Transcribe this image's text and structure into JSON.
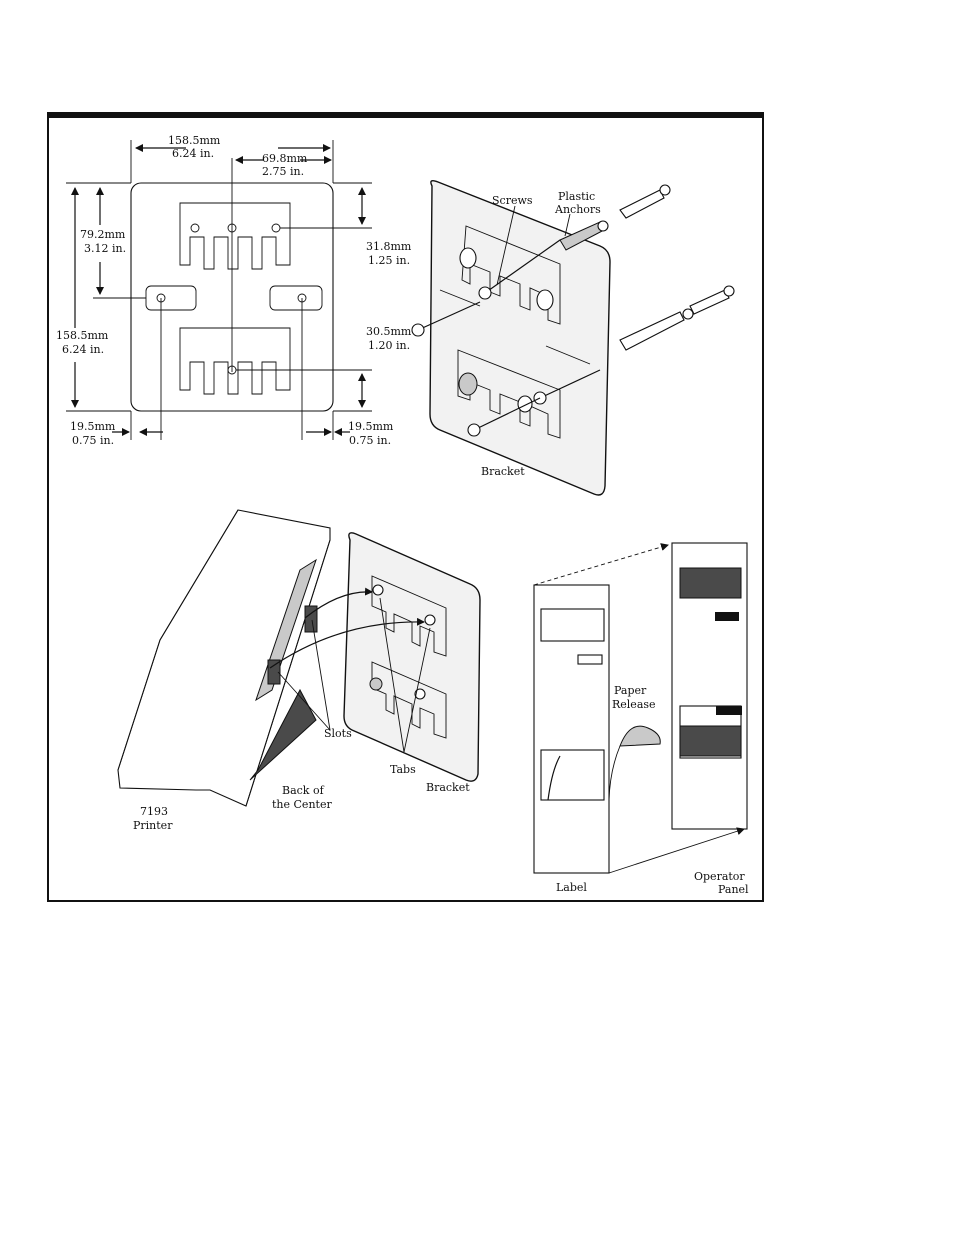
{
  "dimensions": {
    "width_top_mm": "158.5mm",
    "width_top_in": "6.24 in.",
    "center_mm": "69.8mm",
    "center_in": "2.75 in.",
    "upper_left_mm": "79.2mm",
    "upper_left_in": "3.12 in.",
    "height_mm": "158.5mm",
    "height_in": "6.24 in.",
    "right_top_mm": "31.8mm",
    "right_top_in": "1.25 in.",
    "right_mid_mm": "30.5mm",
    "right_mid_in": "1.20 in.",
    "bottom_left_mm": "19.5mm",
    "bottom_left_in": "0.75 in.",
    "bottom_right_mm": "19.5mm",
    "bottom_right_in": "0.75 in."
  },
  "callouts": {
    "screws": "Screws",
    "plastic": "Plastic",
    "anchors": "Anchors",
    "bracket_top": "Bracket",
    "slots": "Slots",
    "tabs": "Tabs",
    "bracket_bottom": "Bracket",
    "back_of": "Back of",
    "the_center": "the Center",
    "printer_model": "7193",
    "printer": "Printer",
    "paper": "Paper",
    "release": "Release",
    "label": "Label",
    "operator": "Operator",
    "panel": "Panel"
  }
}
